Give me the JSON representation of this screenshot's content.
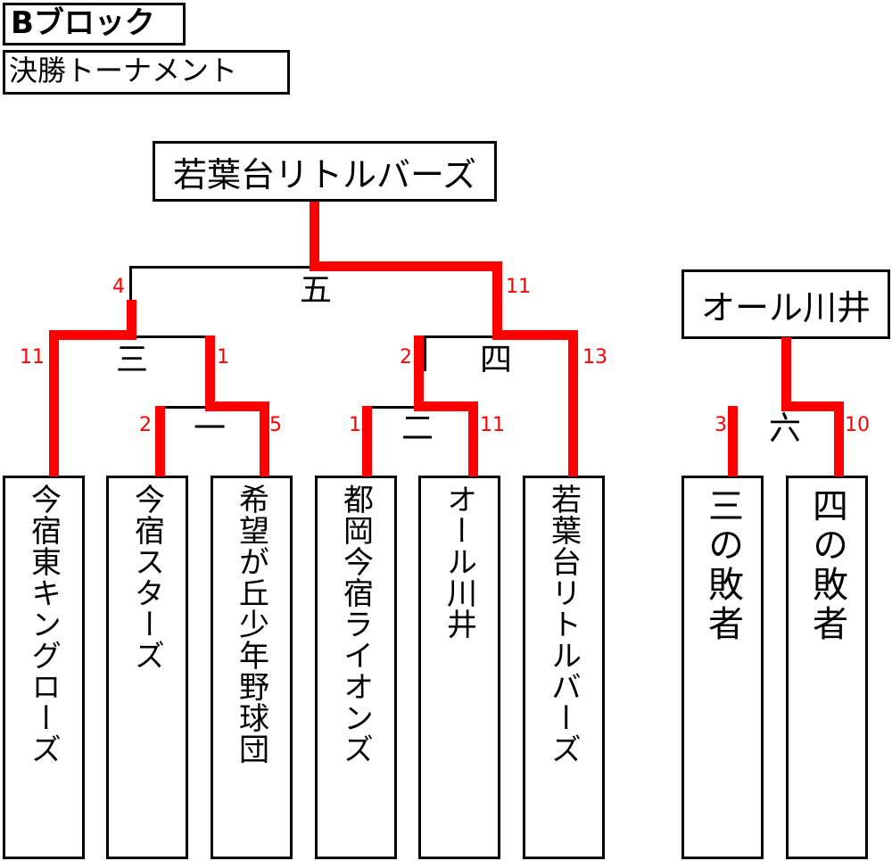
{
  "header": {
    "block": "Bブロック",
    "subtitle": "決勝トーナメント"
  },
  "champions": {
    "main": "若葉台リトルバーズ",
    "side": "オール川井"
  },
  "teams": [
    "今宿東キングローズ",
    "今宿スターズ",
    "希望が丘少年野球団",
    "都岡今宿ライオンズ",
    "オール川井",
    "若葉台リトルバーズ",
    "三の敗者",
    "四の敗者"
  ],
  "matches": {
    "m1": {
      "label": "一",
      "left_score": "2",
      "right_score": "5"
    },
    "m2": {
      "label": "二",
      "left_score": "1",
      "right_score": "11"
    },
    "m3": {
      "label": "三",
      "left_score": "11",
      "right_score": "1"
    },
    "m4": {
      "label": "四",
      "left_score": "2",
      "right_score": "13"
    },
    "m5": {
      "label": "五",
      "left_score": "4",
      "right_score": "11"
    },
    "m6": {
      "label": "六",
      "left_score": "3",
      "right_score": "10"
    }
  },
  "colors": {
    "winner_line": "#ff0000",
    "line": "#000000"
  }
}
